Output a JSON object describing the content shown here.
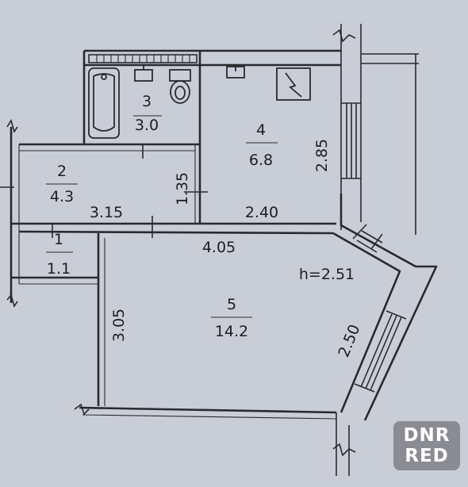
{
  "plan": {
    "rooms": [
      {
        "number": "1",
        "area": "1.1"
      },
      {
        "number": "2",
        "area": "4.3"
      },
      {
        "number": "3",
        "area": "3.0"
      },
      {
        "number": "4",
        "area": "6.8"
      },
      {
        "number": "5",
        "area": "14.2"
      }
    ],
    "dimensions": {
      "corridor_length": "3.15",
      "kitchen_length": "2.40",
      "room_length": "4.05",
      "corridor_width": "1.35",
      "kitchen_depth": "2.85",
      "room_depth": "3.05",
      "bay_wall": "2.50"
    },
    "ceiling_height": "h=2.51"
  },
  "watermark": {
    "line1": "DNR",
    "line2": "RED"
  },
  "colors": {
    "paper": "#c9cdd6",
    "ink": "#2a2a2e"
  }
}
